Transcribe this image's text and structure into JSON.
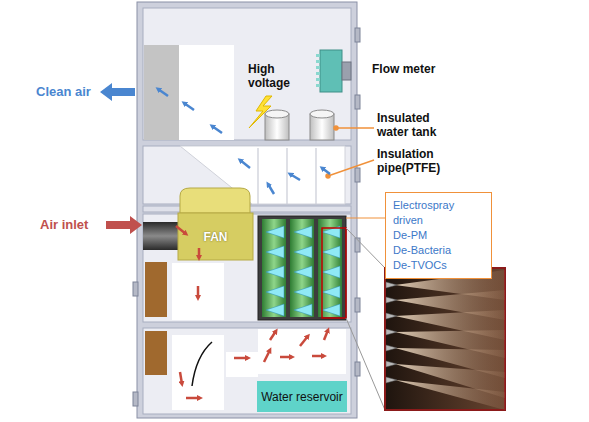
{
  "diagram": {
    "nodes": [
      {
        "text": [
          "FAN"
        ]
      },
      {
        "text": [
          "Electrospray driven",
          "De-PM",
          "De-Bacteria",
          "De-TVOCs"
        ]
      },
      {
        "text": [
          "Water reservoir"
        ]
      }
    ],
    "labels": [
      "Clean air",
      "High voltage",
      "Flow meter",
      "Insulated water tank",
      "Insulation pipe(PTFE)",
      "Air inlet"
    ]
  }
}
